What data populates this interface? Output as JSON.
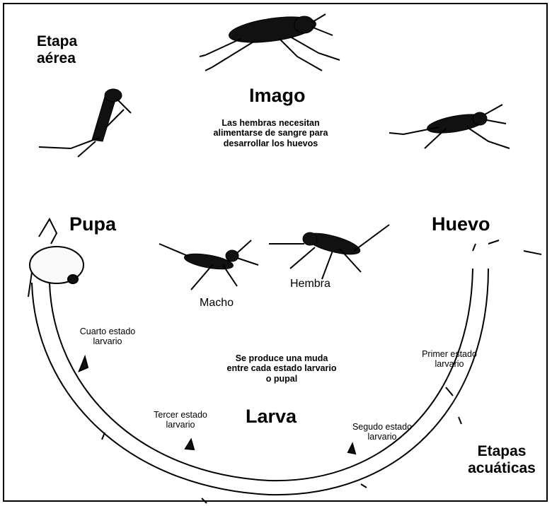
{
  "labels": {
    "aerial_stage": "Etapa aérea",
    "imago": "Imago",
    "imago_note": "Las hembras necesitan alimentarse de sangre para desarrollar los huevos",
    "pupa": "Pupa",
    "egg": "Huevo",
    "male": "Macho",
    "female": "Hembra",
    "fourth_instar": "Cuarto estado larvario",
    "first_instar": "Primer estado larvario",
    "molt_note": "Se produce una muda entre cada estado larvario o pupal",
    "third_instar": "Tercer estado larvario",
    "larva": "Larva",
    "second_instar": "Segudo estado larvario",
    "aquatic_stages": "Etapas acuáticas"
  },
  "colors": {
    "ink": "#000000",
    "background": "#ffffff"
  },
  "icons": [
    "mosquito-icon",
    "pupa-icon",
    "egg-icon",
    "larva-icon"
  ]
}
